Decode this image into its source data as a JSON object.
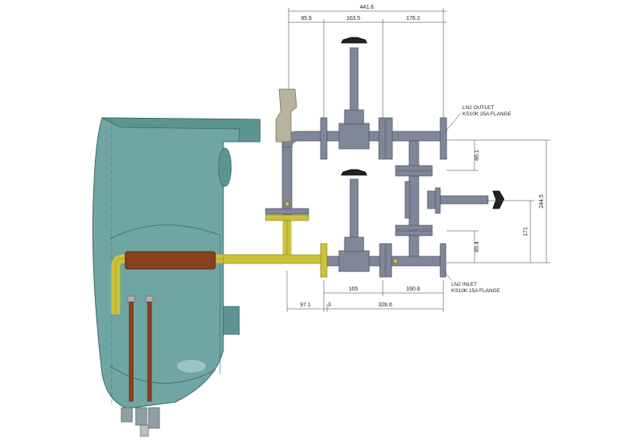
{
  "dimensions": {
    "top_total": "441.6",
    "top_seg1": "95.9",
    "top_seg2": "163.5",
    "top_seg3": "176.2",
    "right_outer": "244.5",
    "right_inner": "171",
    "outlet_drop": "86.1",
    "inlet_rise": "85.4",
    "bottom_seg1": "97.1",
    "bottom_seg2": "3",
    "bottom_total": "328.6",
    "mid_seg1": "165",
    "mid_seg2": "160.8"
  },
  "labels": {
    "outlet_line1": "LN2 OUTLET",
    "outlet_line2": "KS10K 25A FLANGE",
    "inlet_line1": "LN2 INLET",
    "inlet_line2": "KS10K 15A FLANGE"
  },
  "colors": {
    "tank": "#6fa6a4",
    "tank_dark": "#4f8583",
    "pipe": "#7f8799",
    "pipe_dark": "#5b6274",
    "yellow": "#c9c23c",
    "copper": "#8a3f1e",
    "relief_valve": "#b9b2a0"
  }
}
